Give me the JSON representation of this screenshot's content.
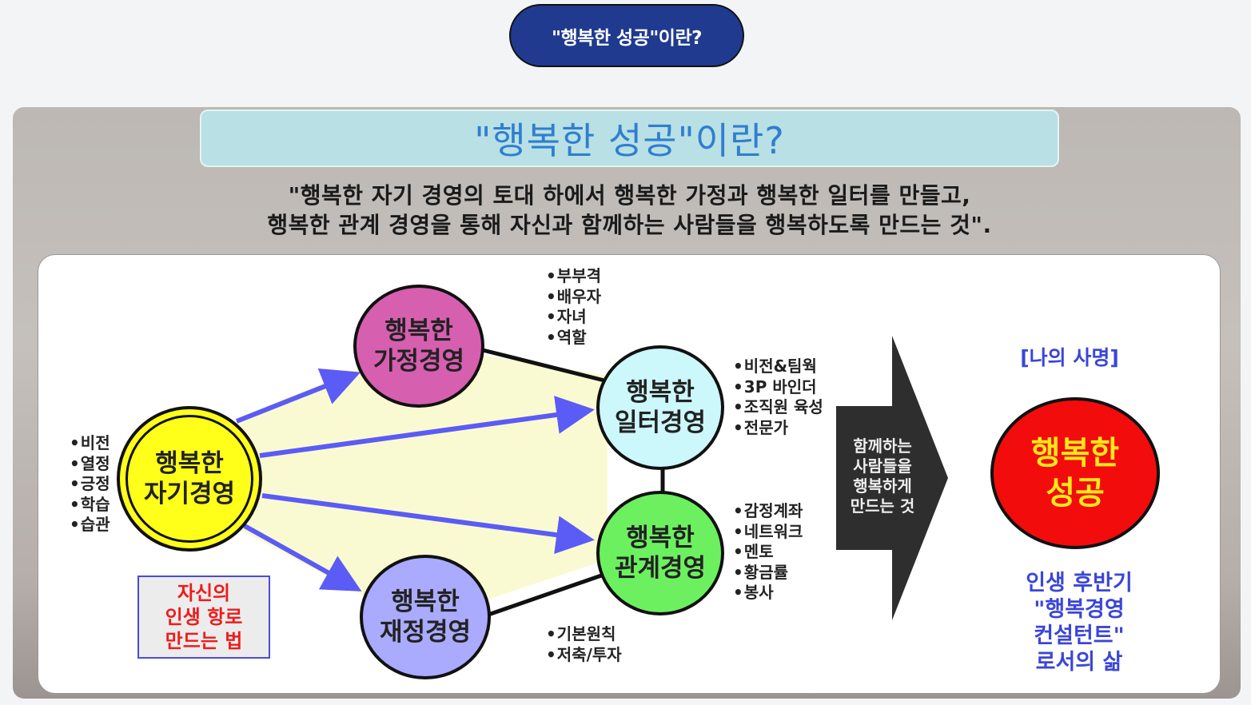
{
  "header": {
    "pill_title": "\"행복한 성공\"이란?"
  },
  "slide": {
    "title": "\"행복한 성공\"이란?",
    "definition_lines": [
      "\"행복한 자기 경영의 토대 하에서 행복한 가정과 행복한 일터를 만들고,",
      "행복한 관계 경영을 통해 자신과 함께하는 사람들을 행복하도록 만드는 것\"."
    ]
  },
  "diagram": {
    "nodes": {
      "self": {
        "line1": "행복한",
        "line2": "자기경영",
        "color": "#ffff1a"
      },
      "family": {
        "line1": "행복한",
        "line2": "가정경영",
        "color": "#d65fb0"
      },
      "finance": {
        "line1": "행복한",
        "line2": "재정경영",
        "color": "#aaaaff"
      },
      "work": {
        "line1": "행복한",
        "line2": "일터경영",
        "color": "#ccf7fb"
      },
      "relation": {
        "line1": "행복한",
        "line2": "관계경영",
        "color": "#6cf060"
      }
    },
    "bullets": {
      "self": [
        "비전",
        "열정",
        "긍정",
        "학습",
        "습관"
      ],
      "family": [
        "부부격",
        "배우자",
        "자녀",
        "역할"
      ],
      "work": [
        "비전&팀웍",
        "3P 바인더",
        "조직원 육성",
        "전문가"
      ],
      "relation": [
        "감정계좌",
        "네트워크",
        "멘토",
        "황금률",
        "봉사"
      ],
      "finance": [
        "기본원칙",
        "저축/투자"
      ]
    },
    "red_box": [
      "자신의",
      "인생 항로",
      "만드는 법"
    ],
    "arrow_text": [
      "함께하는",
      "사람들을",
      "행복하게",
      "만드는 것"
    ],
    "mission": {
      "label": "[나의 사명]",
      "circle": [
        "행복한",
        "성공"
      ],
      "description": [
        "인생 후반기",
        "\"행복경영",
        "컨설턴트\"",
        "로서의 삶"
      ]
    },
    "colors": {
      "arrow_blue": "#5b5bf5",
      "fill_area": "#fafad2",
      "big_arrow": "#2e2e2e"
    }
  }
}
